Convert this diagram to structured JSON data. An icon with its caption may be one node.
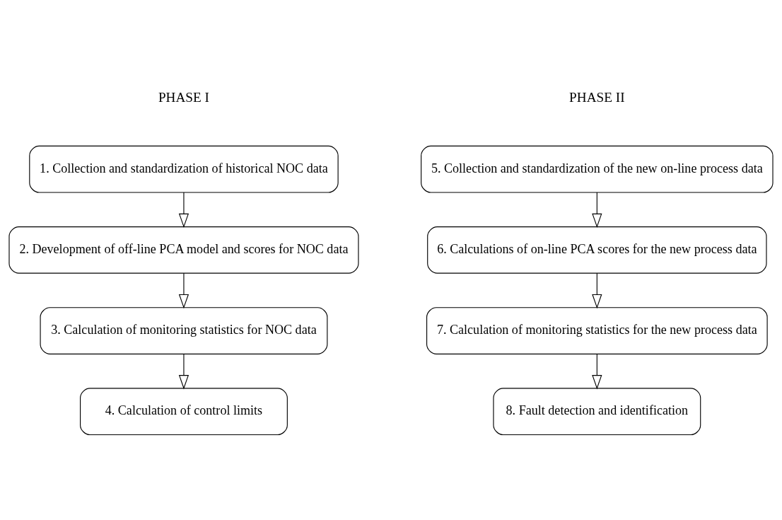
{
  "diagram": {
    "nodes": [
      {
        "text": [
          "1. Collection and standardization of historical NOC data"
        ]
      },
      {
        "text": [
          "2. Development of off-line PCA model and scores for NOC data"
        ]
      },
      {
        "text": [
          "3. Calculation of monitoring statistics for NOC data"
        ]
      },
      {
        "text": [
          "4. Calculation of control limits"
        ]
      },
      {
        "text": [
          "5. Collection and standardization of the new on-line process data"
        ]
      },
      {
        "text": [
          "6. Calculations of on-line PCA scores for the new process data"
        ]
      },
      {
        "text": [
          "7. Calculation of monitoring statistics for the new process data"
        ]
      },
      {
        "text": [
          "8. Fault detection and identification"
        ]
      }
    ],
    "edges": [
      {
        "from": 0,
        "to": 1,
        "arrow": "to"
      },
      {
        "from": 1,
        "to": 2,
        "arrow": "to"
      },
      {
        "from": 2,
        "to": 3,
        "arrow": "to"
      },
      {
        "from": 4,
        "to": 5,
        "arrow": "to"
      },
      {
        "from": 5,
        "to": 6,
        "arrow": "to"
      },
      {
        "from": 6,
        "to": 7,
        "arrow": "to"
      }
    ],
    "labels": [
      "PHASE I",
      "PHASE II"
    ]
  }
}
